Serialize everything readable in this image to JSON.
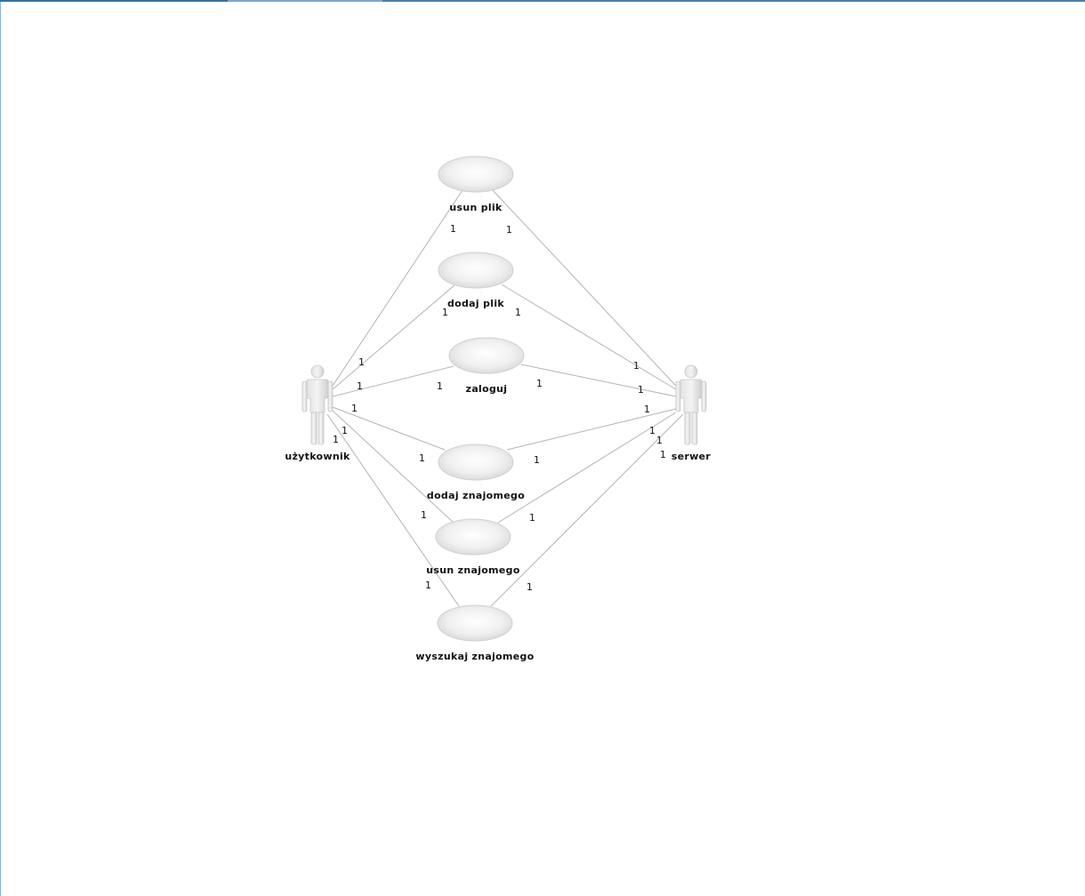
{
  "diagram": {
    "actors": [
      {
        "id": "user",
        "name": "użytkownik"
      },
      {
        "id": "server",
        "name": "serwer"
      }
    ],
    "use_cases": [
      {
        "id": "uc1",
        "name": "usun plik"
      },
      {
        "id": "uc2",
        "name": "dodaj plik"
      },
      {
        "id": "uc3",
        "name": "zaloguj"
      },
      {
        "id": "uc4",
        "name": "dodaj znajomego"
      },
      {
        "id": "uc5",
        "name": "usun znajomego"
      },
      {
        "id": "uc6",
        "name": "wyszukaj znajomego"
      }
    ],
    "multiplicity": "1",
    "associations": [
      {
        "from": "user",
        "to": "uc1"
      },
      {
        "from": "server",
        "to": "uc1"
      },
      {
        "from": "user",
        "to": "uc2"
      },
      {
        "from": "server",
        "to": "uc2"
      },
      {
        "from": "user",
        "to": "uc3"
      },
      {
        "from": "server",
        "to": "uc3"
      },
      {
        "from": "user",
        "to": "uc4"
      },
      {
        "from": "server",
        "to": "uc4"
      },
      {
        "from": "user",
        "to": "uc5"
      },
      {
        "from": "server",
        "to": "uc5"
      },
      {
        "from": "user",
        "to": "uc6"
      },
      {
        "from": "server",
        "to": "uc6"
      }
    ]
  }
}
